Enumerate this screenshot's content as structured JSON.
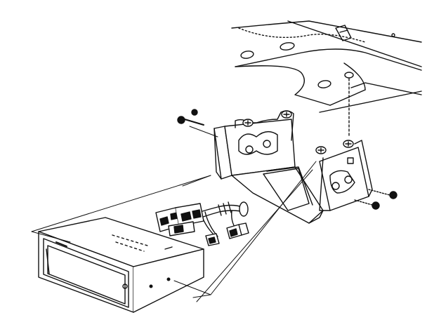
{
  "diagram": {
    "kind": "exploded installation line drawing",
    "labels": [],
    "colors": {
      "line": "#111111",
      "fill": "#ffffff",
      "shade": "#222222"
    },
    "parts": [
      "dashboard-mounting-surface",
      "dashboard-slot",
      "mounting-bracket",
      "cross-recess-screw",
      "audio-head-unit",
      "wiring-harness",
      "connector-plug",
      "leader-line",
      "dashed-alignment-line"
    ]
  }
}
